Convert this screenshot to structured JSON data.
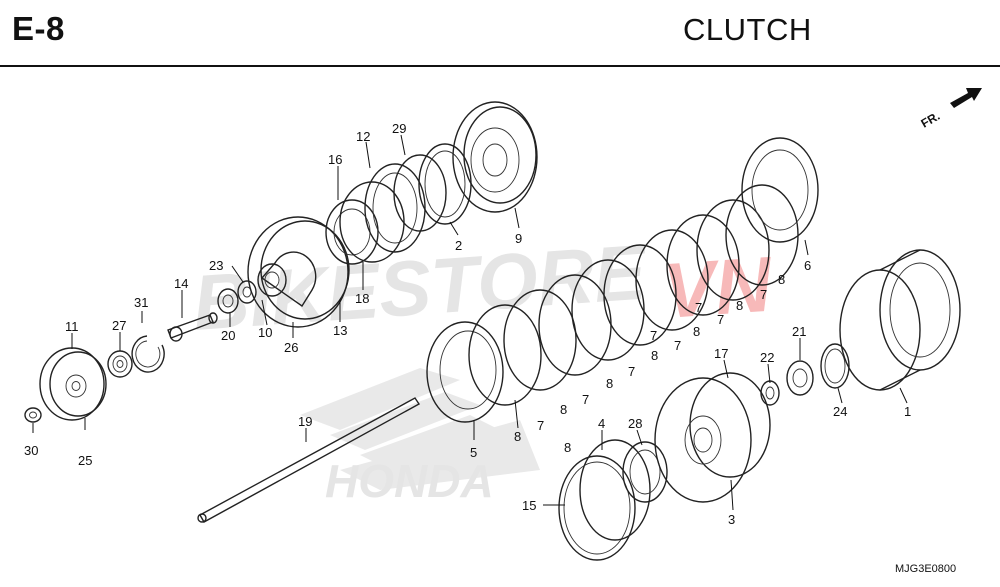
{
  "header": {
    "section_code": "E-8",
    "title": "CLUTCH"
  },
  "diagram_code": "MJG3E0800",
  "direction_label": "FR.",
  "watermark": {
    "site_text": "BIKESTORE",
    "site_suffix": "VN",
    "brand_text": "HONDA"
  },
  "colors": {
    "line": "#222222",
    "watermark_gray": "#cccccc",
    "watermark_red": "#ee3333"
  },
  "callouts": [
    {
      "id": "c1",
      "label": "1"
    },
    {
      "id": "c2",
      "label": "2"
    },
    {
      "id": "c3",
      "label": "3"
    },
    {
      "id": "c4",
      "label": "4"
    },
    {
      "id": "c5",
      "label": "5"
    },
    {
      "id": "c6",
      "label": "6"
    },
    {
      "id": "c7a",
      "label": "7"
    },
    {
      "id": "c7b",
      "label": "7"
    },
    {
      "id": "c7c",
      "label": "7"
    },
    {
      "id": "c7d",
      "label": "7"
    },
    {
      "id": "c7e",
      "label": "7"
    },
    {
      "id": "c7f",
      "label": "7"
    },
    {
      "id": "c7g",
      "label": "7"
    },
    {
      "id": "c7h",
      "label": "7"
    },
    {
      "id": "c8a",
      "label": "8"
    },
    {
      "id": "c8b",
      "label": "8"
    },
    {
      "id": "c8c",
      "label": "8"
    },
    {
      "id": "c8d",
      "label": "8"
    },
    {
      "id": "c8e",
      "label": "8"
    },
    {
      "id": "c8f",
      "label": "8"
    },
    {
      "id": "c8g",
      "label": "8"
    },
    {
      "id": "c8h",
      "label": "8"
    },
    {
      "id": "c9",
      "label": "9"
    },
    {
      "id": "c10",
      "label": "10"
    },
    {
      "id": "c11",
      "label": "11"
    },
    {
      "id": "c12",
      "label": "12"
    },
    {
      "id": "c13",
      "label": "13"
    },
    {
      "id": "c14",
      "label": "14"
    },
    {
      "id": "c15",
      "label": "15"
    },
    {
      "id": "c16",
      "label": "16"
    },
    {
      "id": "c17",
      "label": "17"
    },
    {
      "id": "c18",
      "label": "18"
    },
    {
      "id": "c19",
      "label": "19"
    },
    {
      "id": "c20",
      "label": "20"
    },
    {
      "id": "c21",
      "label": "21"
    },
    {
      "id": "c22",
      "label": "22"
    },
    {
      "id": "c23",
      "label": "23"
    },
    {
      "id": "c24",
      "label": "24"
    },
    {
      "id": "c25",
      "label": "25"
    },
    {
      "id": "c26",
      "label": "26"
    },
    {
      "id": "c27",
      "label": "27"
    },
    {
      "id": "c28",
      "label": "28"
    },
    {
      "id": "c29",
      "label": "29"
    },
    {
      "id": "c30",
      "label": "30"
    },
    {
      "id": "c31",
      "label": "31"
    }
  ]
}
